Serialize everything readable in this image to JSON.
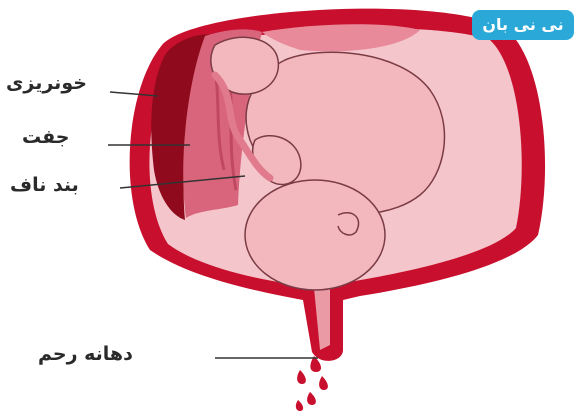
{
  "labels": {
    "bleeding": "خونریزی",
    "placenta": "جفت",
    "umbilical_cord": "بند ناف",
    "cervix": "دهانه رحم"
  },
  "logo": {
    "text": "نی نی بان"
  },
  "colors": {
    "uterus_wall": "#c8102e",
    "uterus_inner": "#f4c6cb",
    "fetus_skin": "#f3b8bd",
    "fetus_outline": "#7a3b45",
    "placenta": "#e07a8c",
    "bleeding": "#b30f24",
    "logo_bg": "#2aa9d8"
  }
}
